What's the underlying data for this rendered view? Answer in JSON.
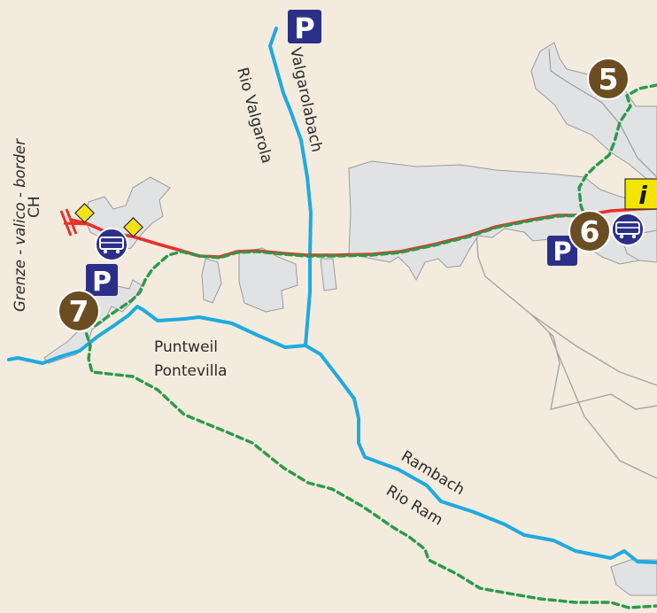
{
  "labels": {
    "ch": "CH",
    "border": "Grenze - valico - border",
    "valgarola_de": "Valgarolabach",
    "valgarola_it": "Rio Valgarola",
    "puntweil": "Puntweil",
    "pontevilla": "Pontevilla",
    "rambach": "Rambach",
    "rio_ram": "Rio Ram"
  },
  "markers": {
    "stop5": "5",
    "stop6": "6",
    "stop7": "7",
    "parking": "P",
    "info": "i"
  },
  "colors": {
    "background": "#f3ebdd",
    "settlement": "#e0e2e4",
    "settlement_outline": "#9a9c9e",
    "river": "#1eaae0",
    "road": "#e8312a",
    "trail": "#2a9a4a",
    "minor_road": "#a5a5a5",
    "parking_blue": "#2b2f88",
    "stop_brown": "#6b4d22",
    "info_yellow": "#f3e500",
    "border_diamond": "#f5e11a"
  },
  "icons": {
    "parking": "parking-icon",
    "bus": "bus-stop-icon",
    "info": "info-icon",
    "border": "border-crossing-icon"
  }
}
